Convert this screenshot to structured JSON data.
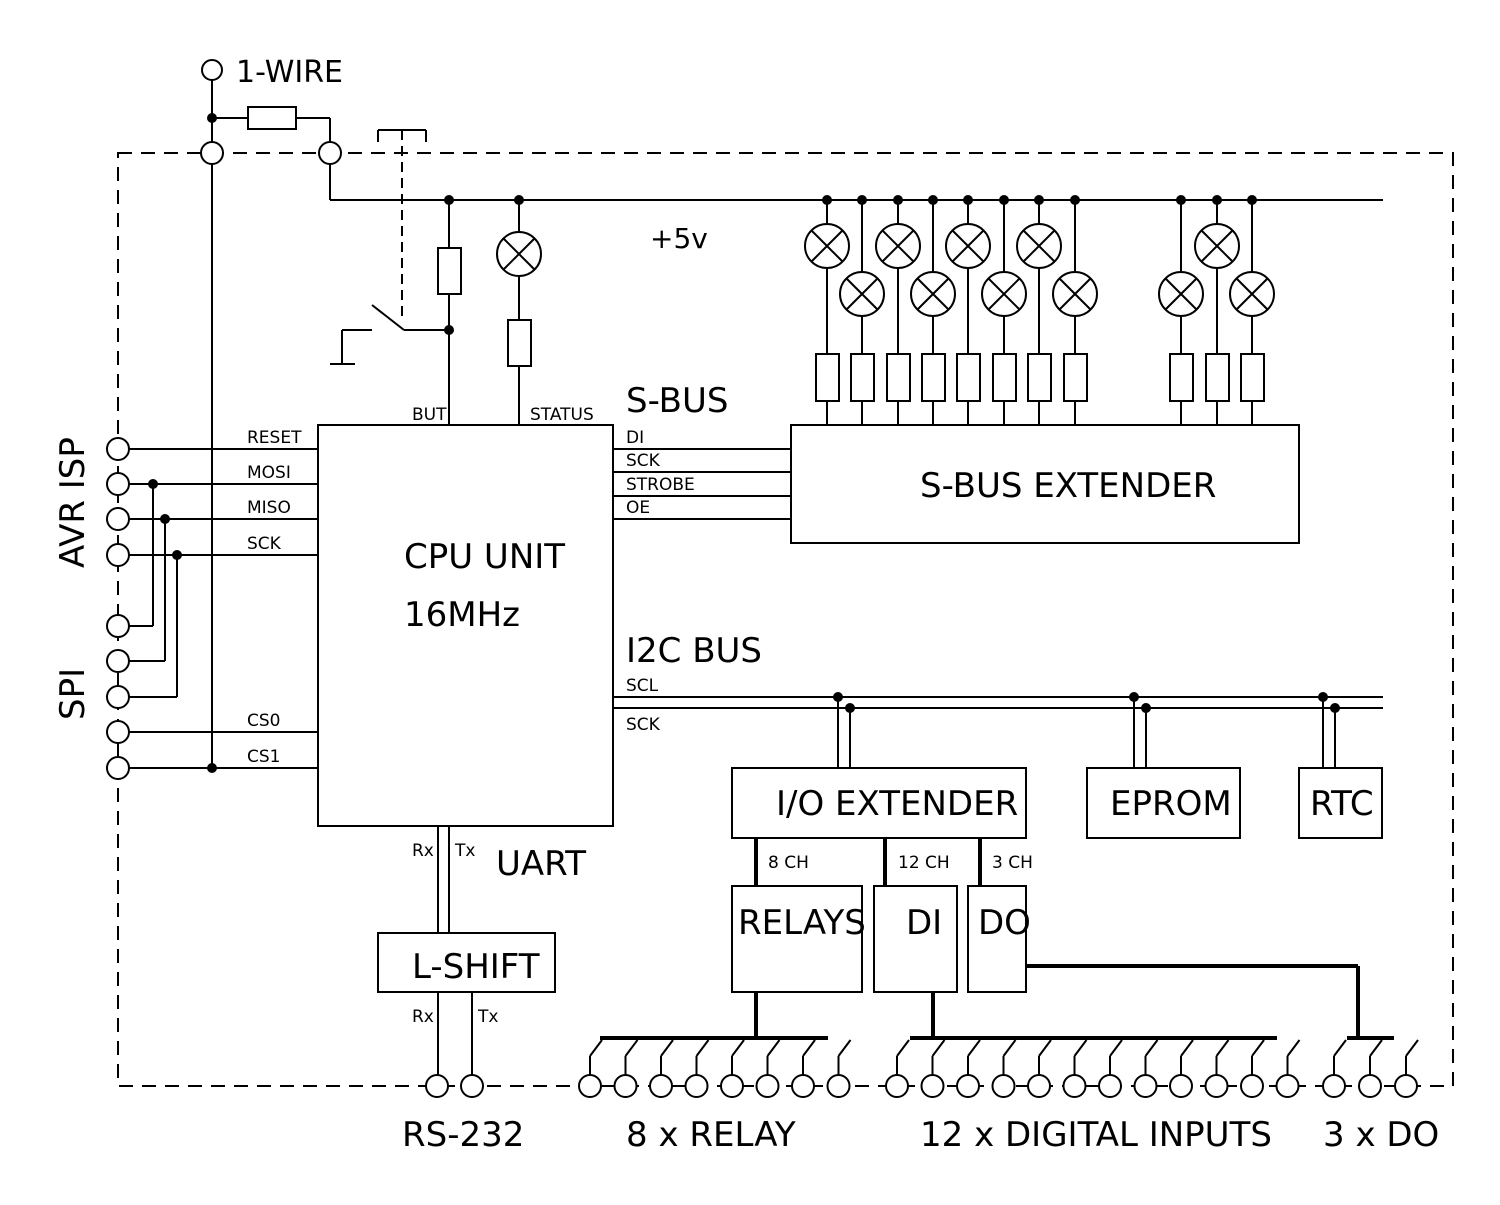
{
  "labels": {
    "one_wire": "1-WIRE",
    "plus5v": "+5v",
    "but": "BUT",
    "status": "STATUS",
    "s_bus": "S-BUS",
    "avr_isp": "AVR ISP",
    "spi": "SPI",
    "reset": "RESET",
    "mosi": "MOSI",
    "miso": "MISO",
    "sck_cpu": "SCK",
    "cs0": "CS0",
    "cs1": "CS1",
    "cpu_unit": "CPU UNIT",
    "cpu_freq": "16MHz",
    "di_bus": "DI",
    "sck_bus": "SCK",
    "strobe": "STROBE",
    "oe": "OE",
    "s_bus_extender": "S-BUS EXTENDER",
    "i2c_bus": "I2C BUS",
    "scl": "SCL",
    "sck_i2c": "SCK",
    "io_extender": "I/O EXTENDER",
    "eprom": "EPROM",
    "rtc": "RTC",
    "rx_top": "Rx",
    "tx_top": "Tx",
    "uart": "UART",
    "l_shift": "L-SHIFT",
    "rx_bottom": "Rx",
    "tx_bottom": "Tx",
    "ch8": "8 CH",
    "ch12": "12 CH",
    "ch3": "3 CH",
    "relays": "RELAYS",
    "di_block": "DI",
    "do_block": "DO",
    "rs232": "RS-232",
    "relay8": "8 x RELAY",
    "digital_inputs12": "12 x DIGITAL INPUTS",
    "do3": "3 x DO"
  },
  "counts": {
    "led_groups": 11,
    "relay_terminals": 8,
    "digital_input_terminals": 12,
    "do_terminals": 3
  }
}
